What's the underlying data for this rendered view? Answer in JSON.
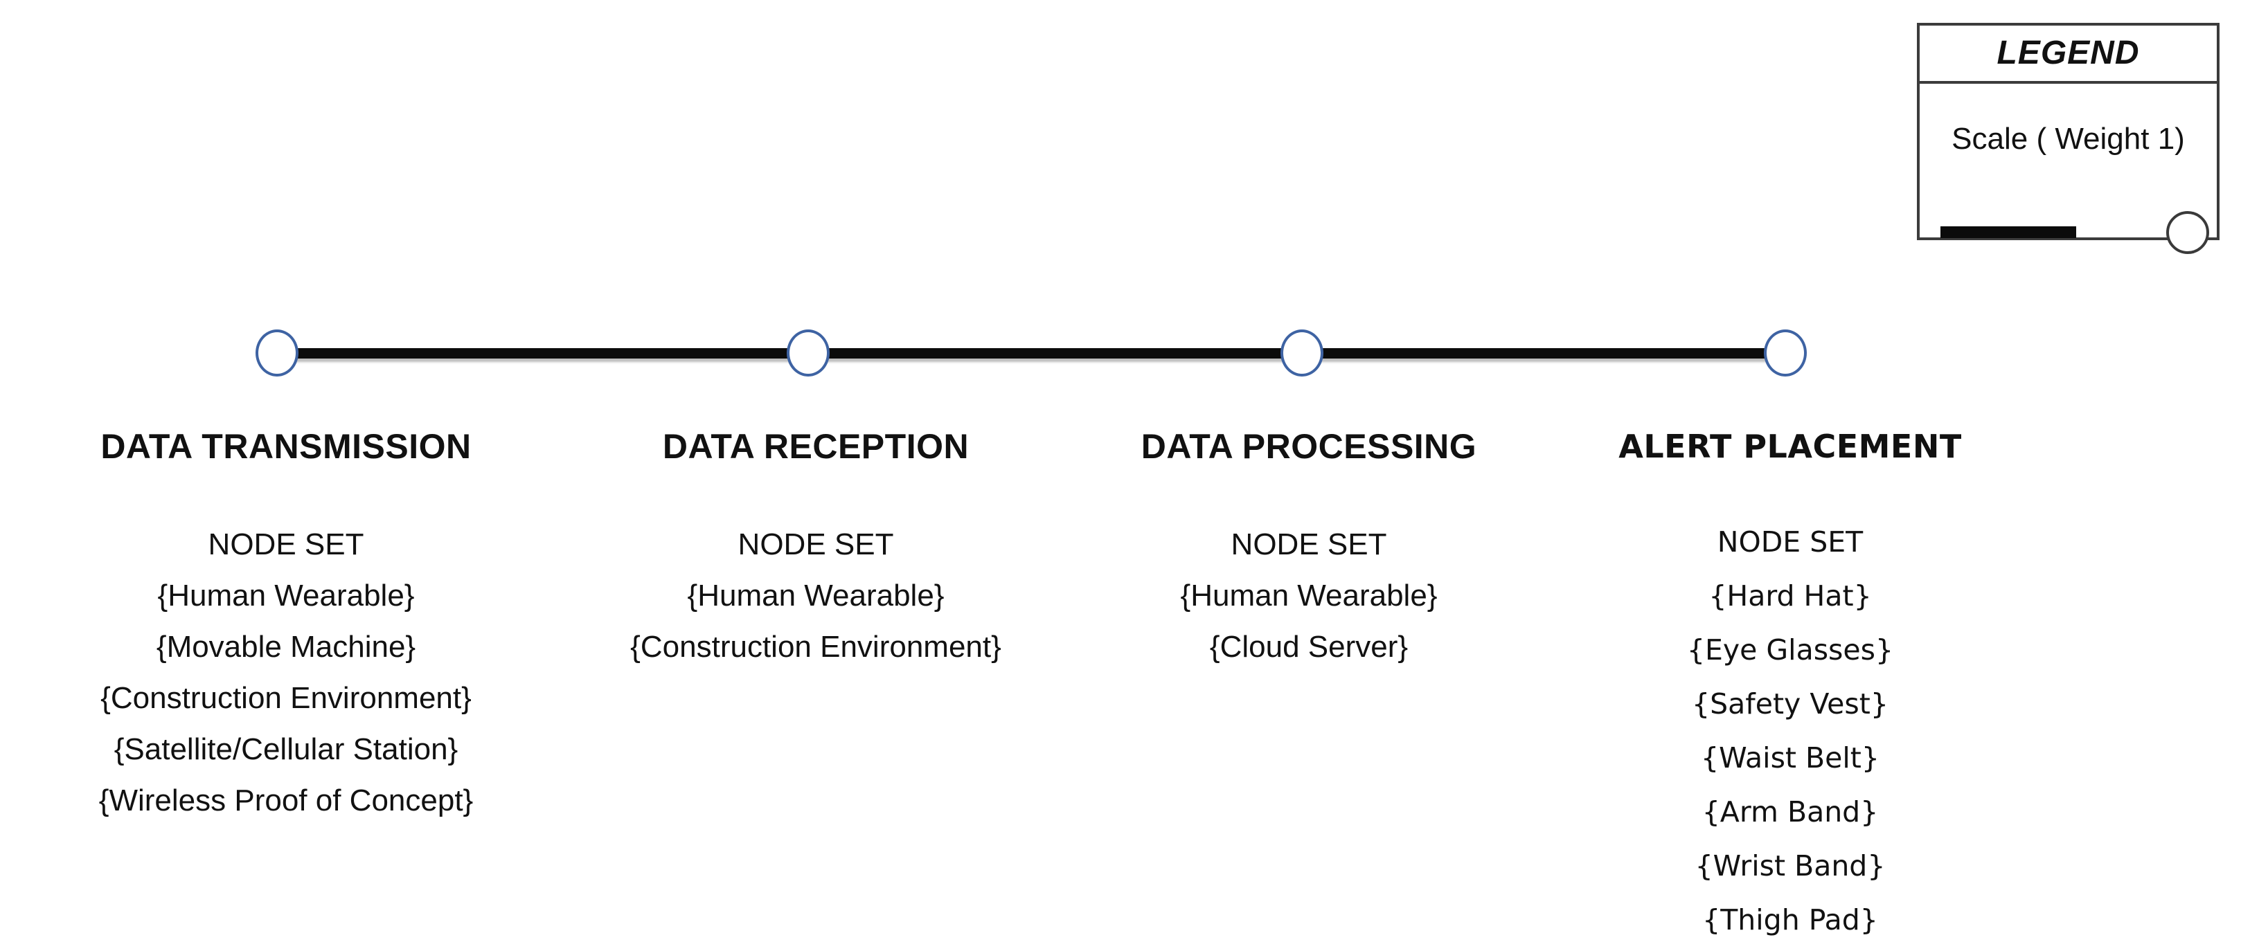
{
  "page": {
    "background": "#ffffff"
  },
  "legend": {
    "title": "LEGEND",
    "scale_label": "Scale ( Weight 1)"
  },
  "timeline": {
    "node_count": 4,
    "stages": [
      {
        "title": "DATA TRANSMISSION",
        "node_set_label": "NODE SET",
        "items": [
          "{Human Wearable}",
          "{Movable Machine}",
          "{Construction Environment}",
          "{Satellite/Cellular Station}",
          "{Wireless Proof of Concept}"
        ]
      },
      {
        "title": "DATA RECEPTION",
        "node_set_label": "NODE SET",
        "items": [
          "{Human Wearable}",
          "{Construction Environment}"
        ]
      },
      {
        "title": "DATA PROCESSING",
        "node_set_label": "NODE SET",
        "items": [
          "{Human Wearable}",
          "{Cloud Server}"
        ]
      },
      {
        "title": "ALERT PLACEMENT",
        "node_set_label": "NODE SET",
        "items": [
          "{Hard Hat}",
          "{Eye Glasses}",
          "{Safety Vest}",
          "{Waist Belt}",
          "{Arm Band}",
          "{Wrist Band}",
          "{Thigh Pad}"
        ]
      }
    ]
  },
  "colors": {
    "edge": "#0b0b0b",
    "node_stroke": "#3e63a3",
    "legend_border": "#3c3c3c",
    "legend_circle_stroke": "#3a3a3a",
    "text": "#111111"
  }
}
